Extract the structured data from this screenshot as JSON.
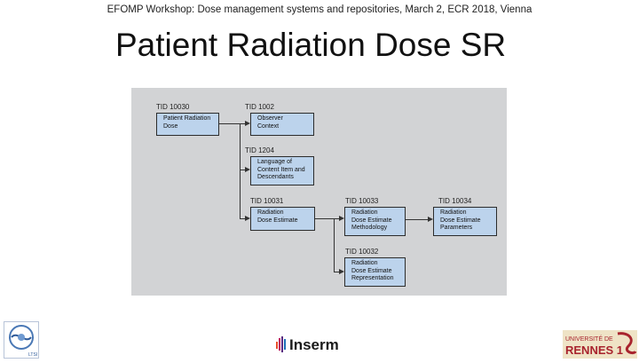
{
  "header": "EFOMP Workshop: Dose management systems and repositories, March 2, ECR 2018, Vienna",
  "title": "Patient Radiation Dose SR",
  "diagram": {
    "nodes": [
      {
        "id": "tid-10030",
        "tid": "TID 10030",
        "lines": [
          "Patient Radiation",
          "Dose"
        ]
      },
      {
        "id": "tid-1002",
        "tid": "TID 1002",
        "lines": [
          "Observer",
          "Context"
        ]
      },
      {
        "id": "tid-1204",
        "tid": "TID 1204",
        "lines": [
          "Language of",
          "Content Item and",
          "Descendants"
        ]
      },
      {
        "id": "tid-10031",
        "tid": "TID 10031",
        "lines": [
          "Radiation",
          "Dose Estimate"
        ]
      },
      {
        "id": "tid-10033",
        "tid": "TID 10033",
        "lines": [
          "Radiation",
          "Dose Estimate",
          "Methodology"
        ]
      },
      {
        "id": "tid-10034",
        "tid": "TID 10034",
        "lines": [
          "Radiation",
          "Dose Estimate",
          "Parameters"
        ]
      },
      {
        "id": "tid-10032",
        "tid": "TID 10032",
        "lines": [
          "Radiation",
          "Dose Estimate",
          "Representation"
        ]
      }
    ]
  },
  "logos": {
    "inserm": "Inserm",
    "rennes_top": "UNIVERSITÉ DE",
    "rennes_main": "RENNES 1",
    "left_label": "LTSI",
    "colors": {
      "inserm_text": "#1a1a1a",
      "rennes_red": "#a8232d",
      "rennes_gold": "#c9a75a"
    }
  }
}
